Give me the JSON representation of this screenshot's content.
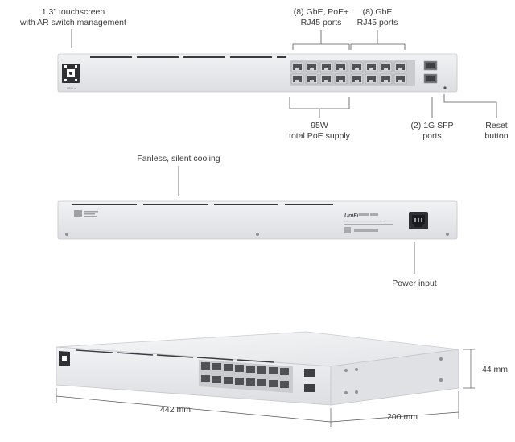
{
  "front_view": {
    "touchscreen_label_line1": "1.3\" touchscreen",
    "touchscreen_label_line2": "with AR switch management",
    "poe_ports_label_line1": "(8) GbE, PoE+",
    "poe_ports_label_line2": "RJ45 ports",
    "gbe_ports_label_line1": "(8) GbE",
    "gbe_ports_label_line2": "RJ45 ports",
    "poe_supply_label_line1": "95W",
    "poe_supply_label_line2": "total PoE supply",
    "sfp_label_line1": "(2) 1G SFP",
    "sfp_label_line2": "ports",
    "reset_label_line1": "Reset",
    "reset_label_line2": "button",
    "rj45_port_count": 16,
    "sfp_port_count": 2
  },
  "rear_view": {
    "cooling_label": "Fanless, silent cooling",
    "power_label": "Power input",
    "brand_mark": "UniFi"
  },
  "iso_view": {
    "width_label": "442 mm",
    "depth_label": "200 mm",
    "height_label": "44 mm"
  },
  "colors": {
    "chassis": "#e9eaec",
    "chassis_edge": "#c9cbcf",
    "vent": "#3a3b3f",
    "port": "#5a5c60",
    "callout_line": "#555555"
  }
}
